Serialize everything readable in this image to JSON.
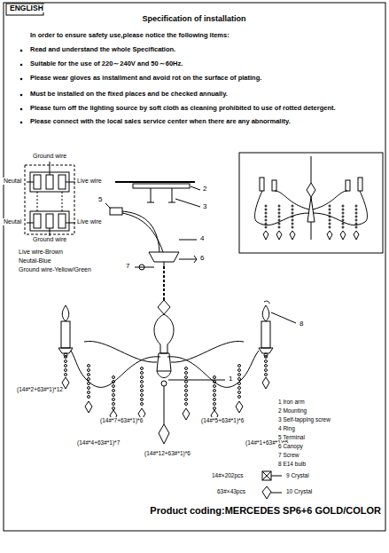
{
  "diagram": {
    "title": "Specification of installation",
    "caption": "Product coding:MERCEDES SP6+6 GOLD/COLOR",
    "labels": [
      "ENGLISH",
      "In order to ensure safety use,please notice the following items:",
      "Read and understand the whole Specification.",
      "Suitable for the use of 220～240V and 50～60Hz.",
      "Please wear gloves as installment and avoid rot on the surface of plating.",
      "Must be installed on the fixed places and be checked annually.",
      "Please turn off the lighting source by soft cloth as cleaning prohibited to use of rotted detergent.",
      "Please connect with the local sales service center when there are any abnormality.",
      "Ground wire",
      "Neutal",
      "Live wire",
      "Neutal",
      "Live wire",
      "Ground wire",
      "Live wire-Brown",
      "Neutal-Blue",
      "Ground wire-Yellow/Green",
      "2",
      "3",
      "5",
      "4",
      "6",
      "7",
      "8",
      "1",
      "(14#*2+63#*1)*12",
      "(14#*7+63#*1)*6",
      "(14#*4+63#*1)*7",
      "(14#*12+63#*1)*6",
      "(14#*5+63#*1)*6",
      "(14#*1+63#*1)*5",
      "1 Iron arm",
      "2 Mounting",
      "3 Self-tapping screw",
      "4 Ring",
      "5 Terminal",
      "6 Canopy",
      "7 Screw",
      "8 E14 bulb",
      "14#×202pcs",
      "9 Crystal",
      "63#×43pcs",
      "10 Crystal"
    ]
  }
}
